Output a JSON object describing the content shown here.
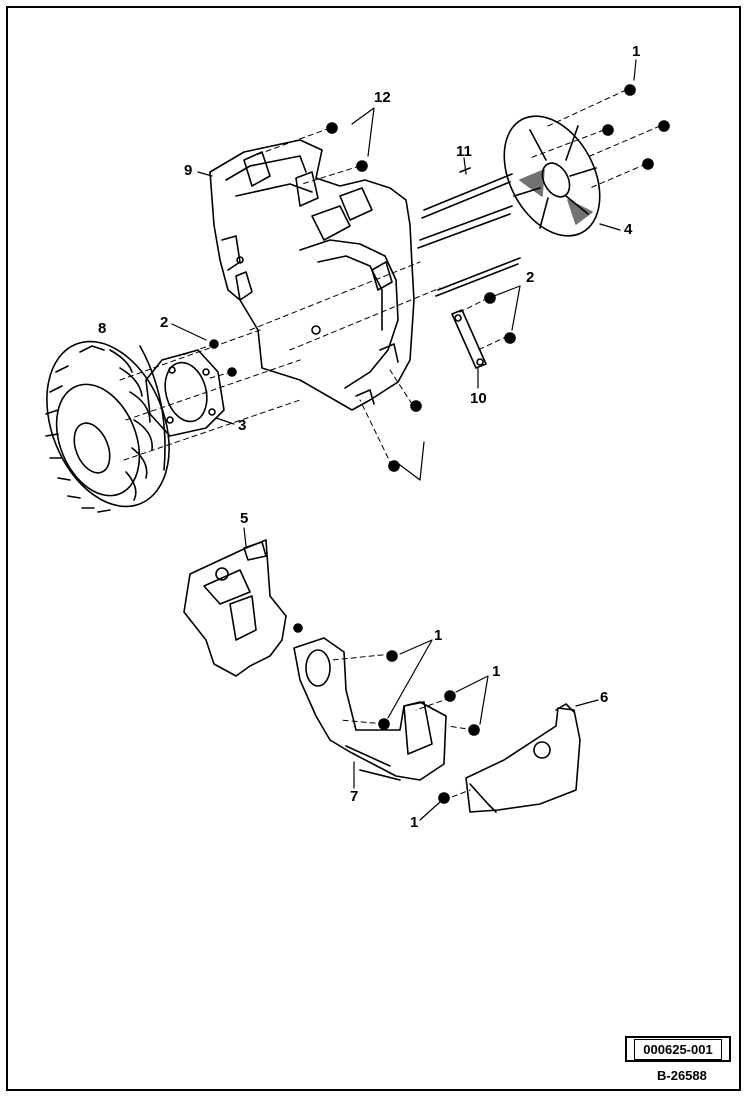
{
  "callouts": [
    {
      "id": "c1a",
      "label": "1"
    },
    {
      "id": "c12",
      "label": "12"
    },
    {
      "id": "c11",
      "label": "11"
    },
    {
      "id": "c9",
      "label": "9"
    },
    {
      "id": "c4",
      "label": "4"
    },
    {
      "id": "c2a",
      "label": "2"
    },
    {
      "id": "c8",
      "label": "8"
    },
    {
      "id": "c2b",
      "label": "2"
    },
    {
      "id": "c10",
      "label": "10"
    },
    {
      "id": "c3",
      "label": "3"
    },
    {
      "id": "c5",
      "label": "5"
    },
    {
      "id": "c1b",
      "label": "1"
    },
    {
      "id": "c1c",
      "label": "1"
    },
    {
      "id": "c6",
      "label": "6"
    },
    {
      "id": "c7",
      "label": "7"
    },
    {
      "id": "c1d",
      "label": "1"
    }
  ],
  "reference_code": "000625-001",
  "drawing_number": "B-26588"
}
